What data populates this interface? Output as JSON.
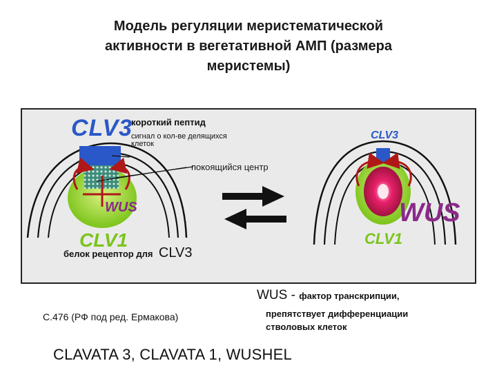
{
  "title": {
    "line1": "Модель регуляции меристематической",
    "line2": "активности в вегетативной АМП (размера",
    "line3": "меристемы)"
  },
  "figure": {
    "clv3_left": "CLV3",
    "clv3_right": "CLV3",
    "wus_left": "WUS",
    "wus_right": "WUS",
    "clv1_left": "CLV1",
    "clv1_right": "CLV1",
    "label_peptide": "короткий пептид",
    "label_signal_line1": "сигнал о кол-ве делящихся",
    "label_signal_line2": "клеток",
    "label_quiescent": "покоящийся центр",
    "label_receptor_main": "белок рецептор для",
    "label_receptor_big": "CLV3",
    "colors": {
      "panel_bg": "#eaeaea",
      "clv3_blue": "#2a58c8",
      "wus_purple": "#8a2a8a",
      "green": "#7bc41a",
      "red_arrow": "#b01818",
      "pink_core": "#e8206a"
    }
  },
  "legend": {
    "wus": "WUS -",
    "wus_desc": "фактор транскрипции,",
    "desc_line1": "препятствует дифференциации",
    "desc_line2": "стволовых клеток"
  },
  "citation": "С.476  (РФ под ред. Ермакова)",
  "genes": "CLAVATA 3,  CLAVATA 1, WUSHEL"
}
